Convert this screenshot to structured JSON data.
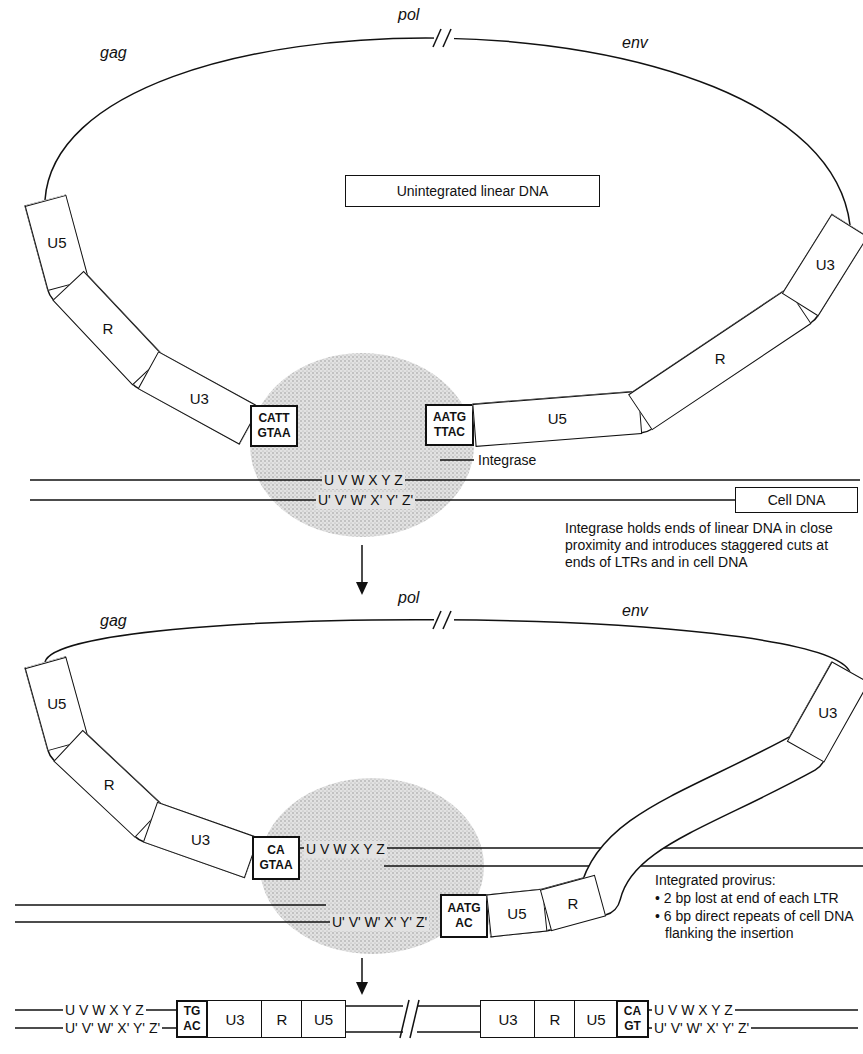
{
  "diagram": {
    "nodes": [
      {
        "text": [
          "Unintegrated linear DNA"
        ]
      },
      {
        "text": [
          "U5"
        ]
      },
      {
        "text": [
          "R"
        ]
      },
      {
        "text": [
          "U3"
        ]
      },
      {
        "text": [
          "CATT",
          "GTAA"
        ]
      },
      {
        "text": [
          "AATG",
          "TTAC"
        ]
      },
      {
        "text": [
          "U5"
        ]
      },
      {
        "text": [
          "R"
        ]
      },
      {
        "text": [
          "U3"
        ]
      },
      {
        "text": [
          "Cell DNA"
        ]
      },
      {
        "text": [
          "U5"
        ]
      },
      {
        "text": [
          "R"
        ]
      },
      {
        "text": [
          "U3"
        ]
      },
      {
        "text": [
          "CA",
          "GTAA"
        ]
      },
      {
        "text": [
          "AATG",
          "AC"
        ]
      },
      {
        "text": [
          "U5"
        ]
      },
      {
        "text": [
          "R"
        ]
      },
      {
        "text": [
          "U3"
        ]
      },
      {
        "text": [
          "TG",
          "AC"
        ]
      },
      {
        "text": [
          "U3"
        ]
      },
      {
        "text": [
          "R"
        ]
      },
      {
        "text": [
          "U5"
        ]
      },
      {
        "text": [
          "U3"
        ]
      },
      {
        "text": [
          "R"
        ]
      },
      {
        "text": [
          "U5"
        ]
      },
      {
        "text": [
          "CA",
          "GT"
        ]
      }
    ],
    "labels": [
      "gag",
      "pol",
      "env",
      "U V W X Y Z",
      "U' V' W' X' Y' Z'",
      "Integrase",
      "Integrase holds ends of linear DNA in close proximity and introduces staggered cuts at ends of LTRs and in cell DNA",
      "gag",
      "pol",
      "env",
      "U V W X Y Z",
      "U' V' W' X' Y' Z'",
      "Integrated provirus:",
      "• 2 bp lost at end of each LTR",
      "• 6 bp direct repeats of cell DNA flanking the insertion",
      "U V W X Y Z",
      "U' V' W' X' Y' Z'",
      "U V W X Y Z",
      "U' V' W' X' Y' Z'"
    ]
  }
}
